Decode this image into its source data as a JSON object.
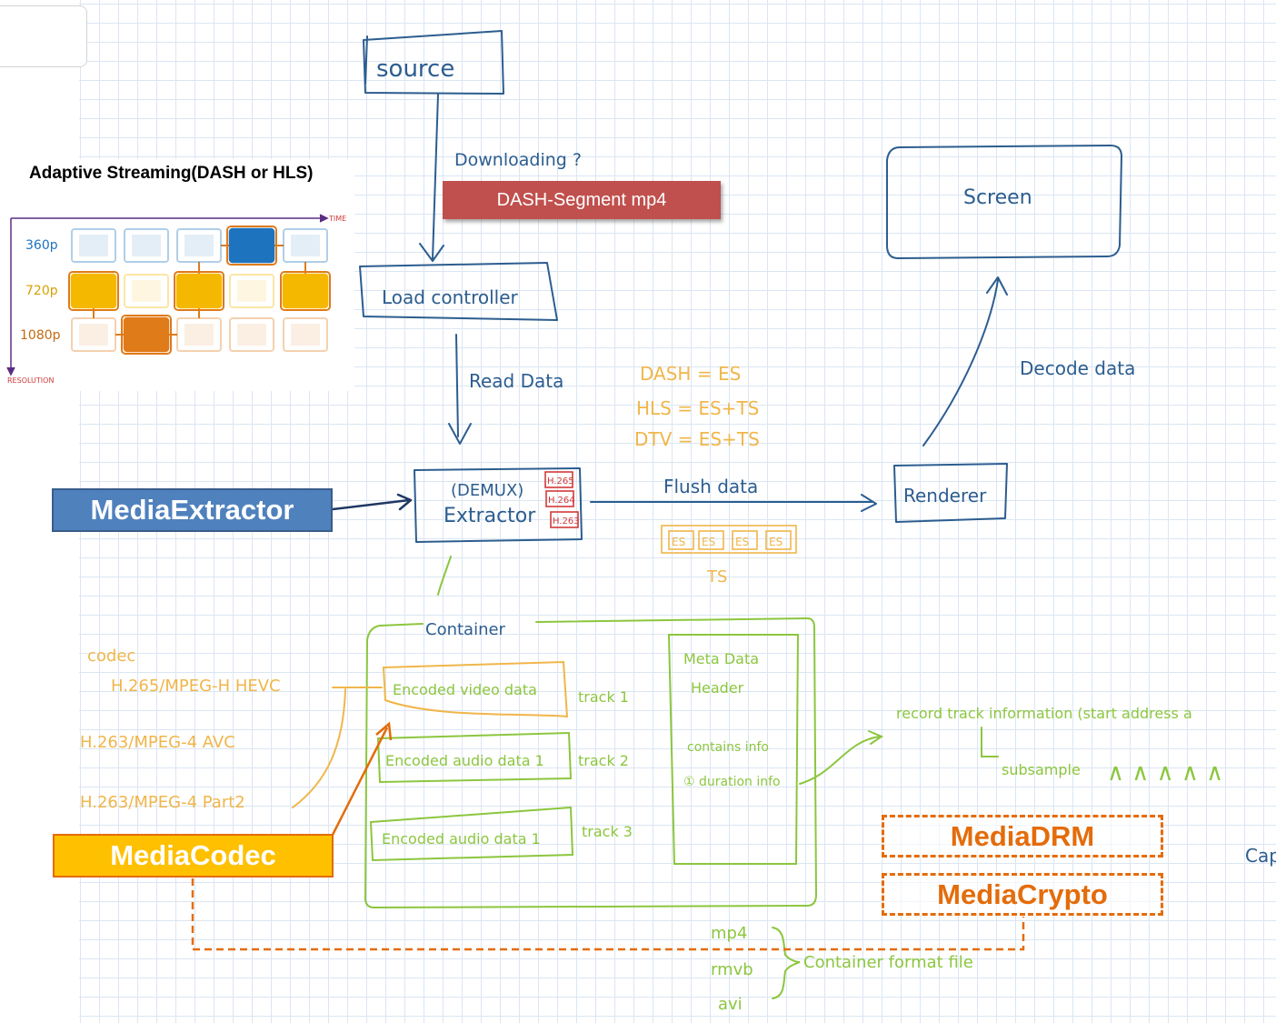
{
  "adaptive": {
    "title": "Adaptive Streaming(DASH or HLS)",
    "time_label": "TIME",
    "resolution_label": "RESOLUTION",
    "rows": [
      "360p",
      "720p",
      "1080p"
    ],
    "colors": {
      "r360": "#1e73be",
      "r720": "#f5b800",
      "r1080": "#e07b1a",
      "path": "#e07b1a"
    }
  },
  "banners": {
    "dash_segment": "DASH-Segment mp4",
    "media_extractor": "MediaExtractor",
    "media_codec": "MediaCodec",
    "media_drm": "MediaDRM",
    "media_crypto": "MediaCrypto"
  },
  "sketch": {
    "source": "source",
    "downloading": "Downloading ?",
    "load_controller": "Load controller",
    "read_data": "Read Data",
    "demux": "(DEMUX)",
    "extractor": "Extractor",
    "tags": [
      "H.265",
      "H.264",
      "H.263"
    ],
    "flush_data": "Flush data",
    "renderer": "Renderer",
    "decode_data": "Decode data",
    "screen": "Screen",
    "format_notes": [
      "DASH = ES",
      "HLS = ES+TS",
      "DTV = ES+TS"
    ],
    "es_packets": [
      "ES",
      "ES",
      "ES",
      "ES"
    ],
    "ts": "TS",
    "container": "Container",
    "codec": "codec",
    "codec_list": [
      "H.265/MPEG-H HEVC",
      "H.263/MPEG-4 AVC",
      "H.263/MPEG-4 Part2"
    ],
    "tracks": [
      {
        "data": "Encoded video data",
        "track": "track 1"
      },
      {
        "data": "Encoded audio data 1",
        "track": "track 2"
      },
      {
        "data": "Encoded audio data 1",
        "track": "track 3"
      }
    ],
    "meta_title": "Meta Data",
    "meta_header": "Header",
    "meta_contains": "contains info",
    "meta_duration": "① duration info",
    "record_track": "record track information (start address a",
    "subsample": "subsample",
    "subsample_marks": "∧ ∧ ∧ ∧ ∧",
    "formats": [
      "mp4",
      "rmvb",
      "avi"
    ],
    "container_format": "Container format file",
    "cap": "Cap"
  },
  "colors": {
    "ink": "#2c5d8f",
    "yellow": "#f0b64a",
    "green": "#8cc63f",
    "orange": "#e46c0a",
    "blue_box": "#4f81bd",
    "red_banner": "#c0504d"
  }
}
